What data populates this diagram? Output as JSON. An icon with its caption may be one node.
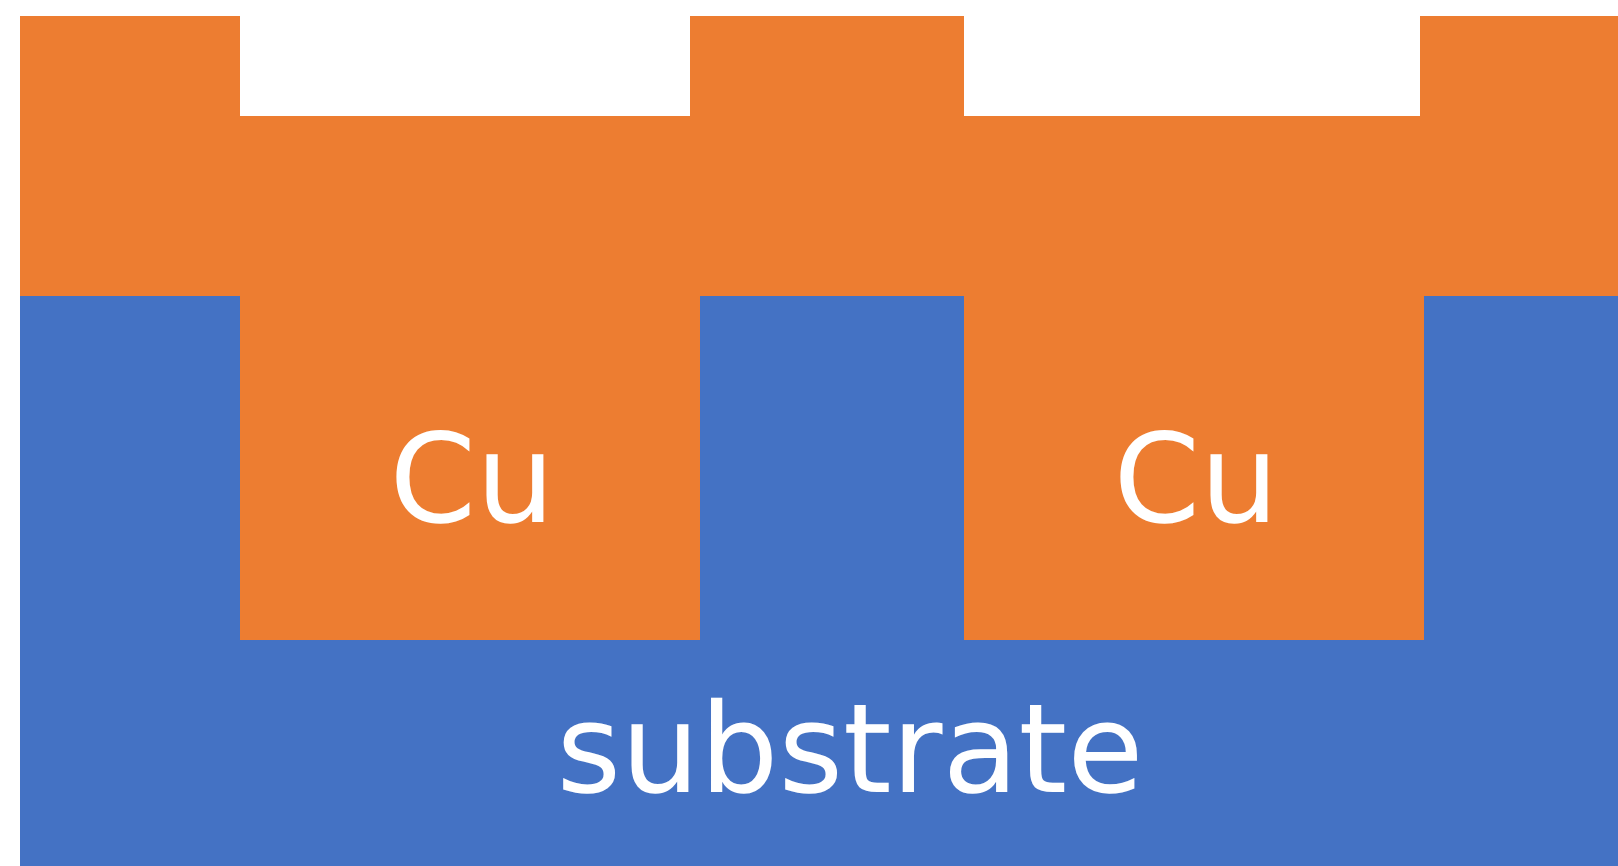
{
  "diagram": {
    "labels": [
      "Cu",
      "Cu",
      "substrate"
    ]
  }
}
